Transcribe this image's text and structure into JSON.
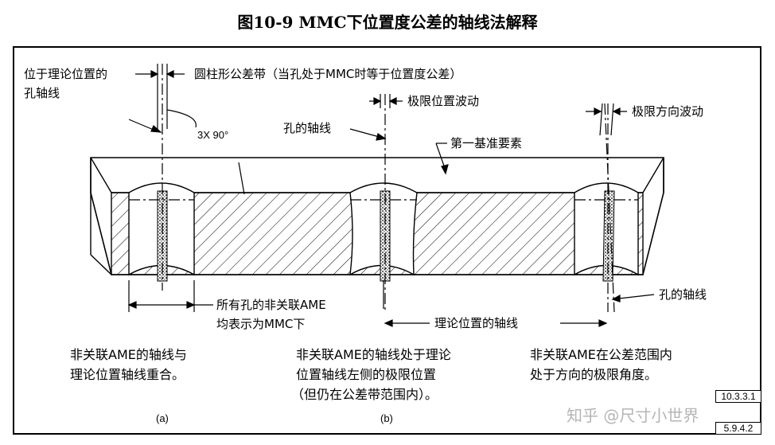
{
  "title": "图10-9 MMC下位置度公差的轴线法解释",
  "labels": {
    "theoretical_axis_line1": "位于理论位置的",
    "theoretical_axis_line2": "孔轴线",
    "cyl_tol_zone": "圆柱形公差带（当孔处于MMC时等于位置度公差）",
    "angle_note": "3X 90°",
    "extreme_position_variation": "极限位置波动",
    "hole_axis_b": "孔的轴线",
    "primary_datum": "第一基准要素",
    "extreme_orientation_variation": "极限方向波动",
    "all_holes_line1": "所有孔的非关联AME",
    "all_holes_line2": "均表示为MMC下",
    "theoretical_position_axis": "理论位置的轴线",
    "hole_axis_c": "孔的轴线"
  },
  "captions": {
    "a_line1": "非关联AME的轴线与",
    "a_line2": "理论位置轴线重合。",
    "b_line1": "非关联AME的轴线处于理论",
    "b_line2": "位置轴线左侧的极限位置",
    "b_line3": "（但仍在公差带范围内）。",
    "c_line1": "非关联AME在公差范围内",
    "c_line2": "处于方向的极限角度。"
  },
  "panel_letters": {
    "a": "(a)",
    "b": "(b)"
  },
  "refs": [
    "10.3.3.1",
    "5.9.4.2"
  ],
  "watermark": "知乎 @尺寸小世界",
  "colors": {
    "line": "#000000",
    "background": "#ffffff"
  }
}
